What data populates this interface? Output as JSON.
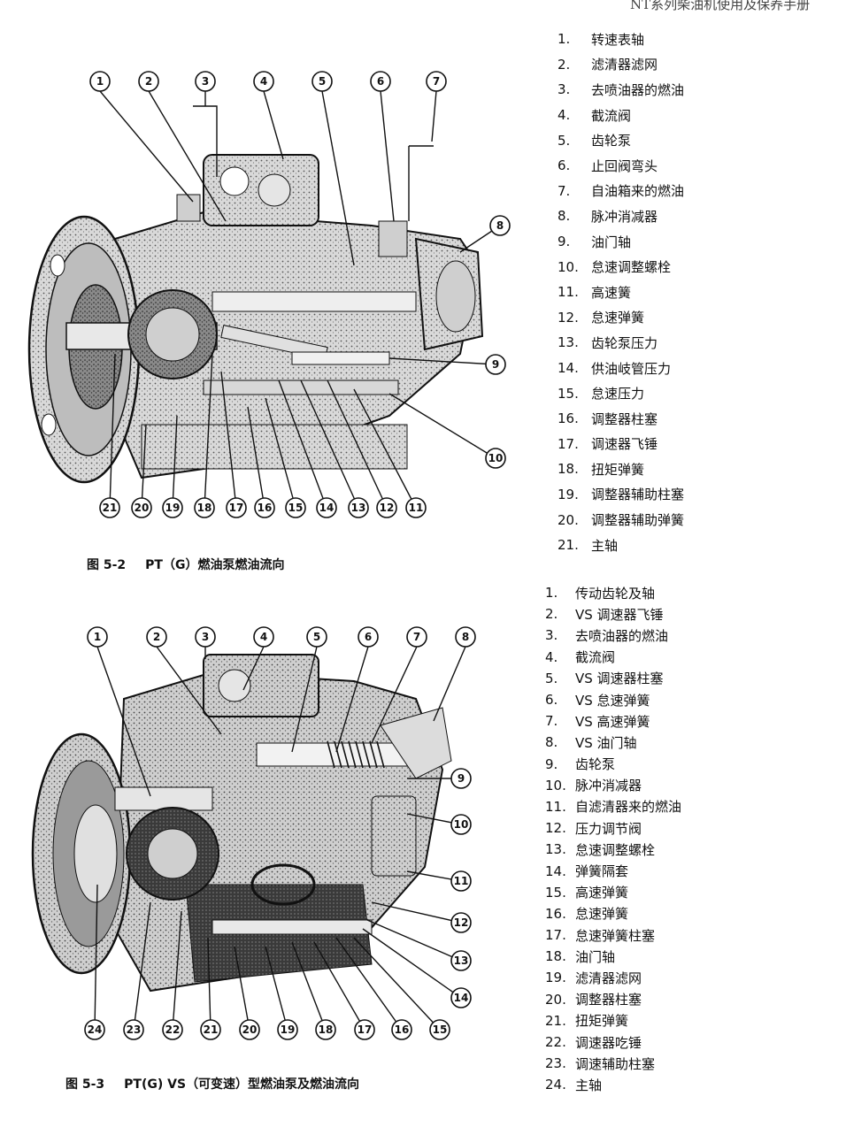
{
  "page_header": "NT系列柴油机使用及保养手册",
  "figure1": {
    "caption_number": "图 5-2",
    "caption_text": "PT（G）燃油泵燃油流向",
    "callouts": [
      "1",
      "2",
      "3",
      "4",
      "5",
      "6",
      "7",
      "8",
      "9",
      "10",
      "11",
      "12",
      "13",
      "14",
      "15",
      "16",
      "17",
      "18",
      "19",
      "20",
      "21"
    ],
    "legend": [
      {
        "num": "1.",
        "label": "转速表轴"
      },
      {
        "num": "2.",
        "label": "滤清器滤网"
      },
      {
        "num": "3.",
        "label": "去喷油器的燃油"
      },
      {
        "num": "4.",
        "label": "截流阀"
      },
      {
        "num": "5.",
        "label": "齿轮泵"
      },
      {
        "num": "6.",
        "label": "止回阀弯头"
      },
      {
        "num": "7.",
        "label": "自油箱来的燃油"
      },
      {
        "num": "8.",
        "label": "脉冲消减器"
      },
      {
        "num": "9.",
        "label": "油门轴"
      },
      {
        "num": "10.",
        "label": "怠速调整螺栓"
      },
      {
        "num": "11.",
        "label": "高速簧"
      },
      {
        "num": "12.",
        "label": "怠速弹簧"
      },
      {
        "num": "13.",
        "label": "齿轮泵压力"
      },
      {
        "num": "14.",
        "label": "供油岐管压力"
      },
      {
        "num": "15.",
        "label": "怠速压力"
      },
      {
        "num": "16.",
        "label": "调整器柱塞"
      },
      {
        "num": "17.",
        "label": "调速器飞锤"
      },
      {
        "num": "18.",
        "label": "扭矩弹簧"
      },
      {
        "num": "19.",
        "label": "调整器辅助柱塞"
      },
      {
        "num": "20.",
        "label": "调整器辅助弹簧"
      },
      {
        "num": "21.",
        "label": "主轴"
      }
    ]
  },
  "figure2": {
    "caption_number": "图 5-3",
    "caption_text": "PT(G) VS（可变速）型燃油泵及燃油流向",
    "callouts": [
      "1",
      "2",
      "3",
      "4",
      "5",
      "6",
      "7",
      "8",
      "9",
      "10",
      "11",
      "12",
      "13",
      "14",
      "15",
      "16",
      "17",
      "18",
      "19",
      "20",
      "21",
      "22",
      "23",
      "24"
    ],
    "legend": [
      {
        "num": "1.",
        "label": "传动齿轮及轴"
      },
      {
        "num": "2.",
        "label": "VS 调速器飞锤"
      },
      {
        "num": "3.",
        "label": "去喷油器的燃油"
      },
      {
        "num": "4.",
        "label": "截流阀"
      },
      {
        "num": "5.",
        "label": "VS 调速器柱塞"
      },
      {
        "num": "6.",
        "label": "VS 怠速弹簧"
      },
      {
        "num": "7.",
        "label": "VS 高速弹簧"
      },
      {
        "num": "8.",
        "label": "VS 油门轴"
      },
      {
        "num": "9.",
        "label": "齿轮泵"
      },
      {
        "num": "10.",
        "label": "脉冲消减器"
      },
      {
        "num": "11.",
        "label": "自滤清器来的燃油"
      },
      {
        "num": "12.",
        "label": "压力调节阀"
      },
      {
        "num": "13.",
        "label": "怠速调整螺栓"
      },
      {
        "num": "14.",
        "label": "弹簧隔套"
      },
      {
        "num": "15.",
        "label": "高速弹簧"
      },
      {
        "num": "16.",
        "label": "怠速弹簧"
      },
      {
        "num": "17.",
        "label": "怠速弹簧柱塞"
      },
      {
        "num": "18.",
        "label": "油门轴"
      },
      {
        "num": "19.",
        "label": "滤清器滤网"
      },
      {
        "num": "20.",
        "label": "调整器柱塞"
      },
      {
        "num": "21.",
        "label": "扭矩弹簧"
      },
      {
        "num": "22.",
        "label": "调速器吃锤"
      },
      {
        "num": "23.",
        "label": "调速辅助柱塞"
      },
      {
        "num": "24.",
        "label": "主轴"
      }
    ]
  }
}
